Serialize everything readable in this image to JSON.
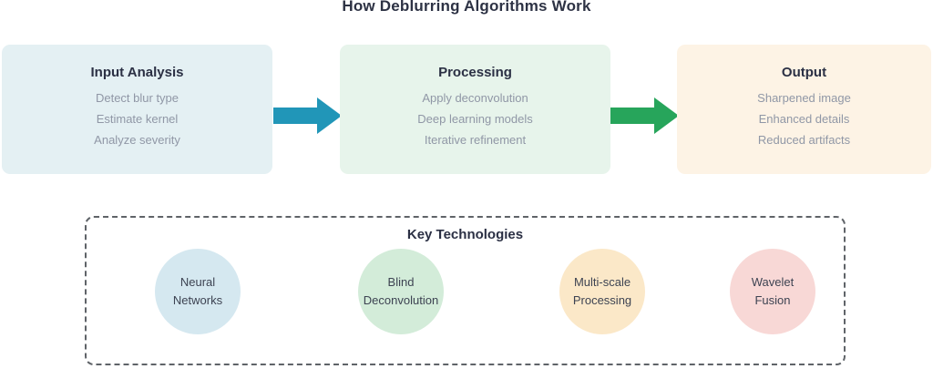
{
  "title": "How Deblurring Algorithms Work",
  "flow": {
    "stages": [
      {
        "heading": "Input Analysis",
        "items": [
          "Detect blur type",
          "Estimate kernel",
          "Analyze severity"
        ],
        "bg": "#e4f0f3"
      },
      {
        "heading": "Processing",
        "items": [
          "Apply deconvolution",
          "Deep learning models",
          "Iterative refinement"
        ],
        "bg": "#e7f4eb"
      },
      {
        "heading": "Output",
        "items": [
          "Sharpened image",
          "Enhanced details",
          "Reduced artifacts"
        ],
        "bg": "#fdf3e5"
      }
    ],
    "arrows": [
      {
        "icon": "arrow-right-icon",
        "color": "#2196b8"
      },
      {
        "icon": "arrow-right-icon",
        "color": "#27a55b"
      }
    ]
  },
  "key_technologies": {
    "heading": "Key Technologies",
    "items": [
      {
        "lines": [
          "Neural",
          "Networks"
        ],
        "bg": "#d5e8f0"
      },
      {
        "lines": [
          "Blind",
          "Deconvolution"
        ],
        "bg": "#d3ecd9"
      },
      {
        "lines": [
          "Multi-scale",
          "Processing"
        ],
        "bg": "#fbe8c8"
      },
      {
        "lines": [
          "Wavelet",
          "Fusion"
        ],
        "bg": "#f8d8d6"
      }
    ]
  },
  "colors": {
    "background": "#ffffff",
    "heading_text": "#2b3044",
    "item_text": "#9097a6",
    "circle_text": "#3d4352",
    "panel_border": "#5f6368",
    "arrow_teal": "#2196b8",
    "arrow_green": "#27a55b"
  }
}
